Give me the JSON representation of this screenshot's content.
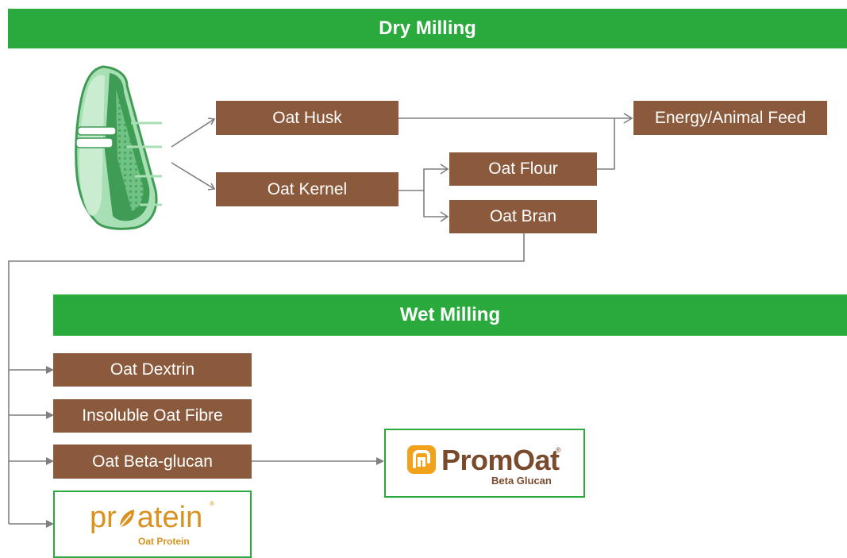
{
  "sections": {
    "dry_milling": "Dry Milling",
    "wet_milling": "Wet Milling"
  },
  "dry_nodes": {
    "husk": "Oat Husk",
    "kernel": "Oat Kernel",
    "flour": "Oat Flour",
    "bran": "Oat Bran",
    "feed": "Energy/Animal Feed"
  },
  "wet_nodes": {
    "dextrin": "Oat Dextrin",
    "fibre": "Insoluble Oat Fibre",
    "beta_glucan": "Oat Beta-glucan"
  },
  "logos": {
    "promoat": {
      "brand": "PromOat",
      "sub": "Beta Glucan",
      "mark": "®"
    },
    "proatein": {
      "brand_pre": "pr",
      "brand_post": "atein",
      "sub": "Oat Protein",
      "mark": "®"
    }
  },
  "colors": {
    "banner": "#2aaa3c",
    "box": "#8b5a3c",
    "arrow": "#7f7f7f",
    "promoat_brand": "#7a4a2c",
    "proatein_brand": "#d9921f",
    "grain": "#3f9c55"
  }
}
